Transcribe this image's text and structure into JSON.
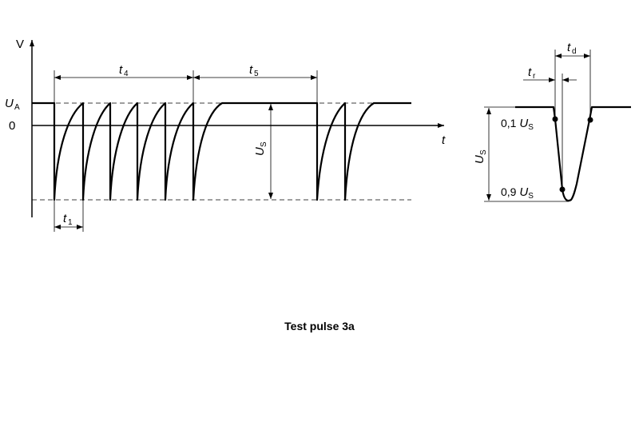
{
  "main_plot": {
    "y_axis_label": "V",
    "x_axis_label": "t",
    "level_ua": "U",
    "level_ua_sub": "A",
    "level_zero": "0",
    "t4": "t",
    "t4_sub": "4",
    "t5": "t",
    "t5_sub": "5",
    "t1": "t",
    "t1_sub": "1",
    "us": "U",
    "us_sub": "S"
  },
  "detail_plot": {
    "td": "t",
    "td_sub": "d",
    "tr": "t",
    "tr_sub": "r",
    "us": "U",
    "us_sub": "S",
    "p01_prefix": "0,1 ",
    "p01_u": "U",
    "p01_sub": "S",
    "p09_prefix": "0,9 ",
    "p09_u": "U",
    "p09_sub": "S"
  },
  "caption": "Test pulse 3a"
}
